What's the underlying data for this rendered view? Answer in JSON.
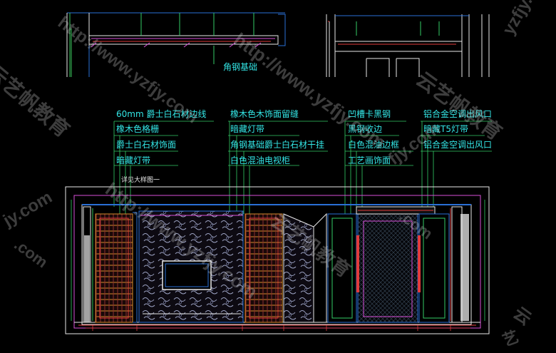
{
  "drawing": {
    "top_label": "角钢基础",
    "labels_col1": [
      "60mm 爵士白石材边线",
      "橡木色格栅",
      "爵士白石材饰面",
      "暗藏灯带"
    ],
    "labels_col2": [
      "橡木色木饰面留缝",
      "暗藏灯带",
      "角钢基础爵士白石材干挂",
      "白色混油电视柜"
    ],
    "labels_col3": [
      "凹槽卡黑钢",
      "黑钢收边",
      "白色混油边框",
      "工艺画饰面"
    ],
    "labels_col4": [
      "铝合金空调出风口",
      "暗藏T5灯带",
      "铝合金空调出风口"
    ],
    "detail_note": "详见大样图一"
  },
  "watermarks": {
    "url": "http://www.yzfjy.com",
    "brand": "云艺帆教育",
    "partial_url": "yzfjy.com",
    "partial_fjy": "fjy.com",
    "partial_com": ".com",
    "partial_jy": "jy.com",
    "partial_yun": "云",
    "partial_yi": "艺"
  },
  "colors": {
    "background": "#000000",
    "label": "#33e5e5",
    "leader": "#33cc66",
    "outline": "#e8e8e8",
    "wall": "#2a6fd6",
    "magenta": "#d94fd9",
    "red": "#e23b3b",
    "orange": "#d88a2b",
    "green": "#37c25a"
  }
}
